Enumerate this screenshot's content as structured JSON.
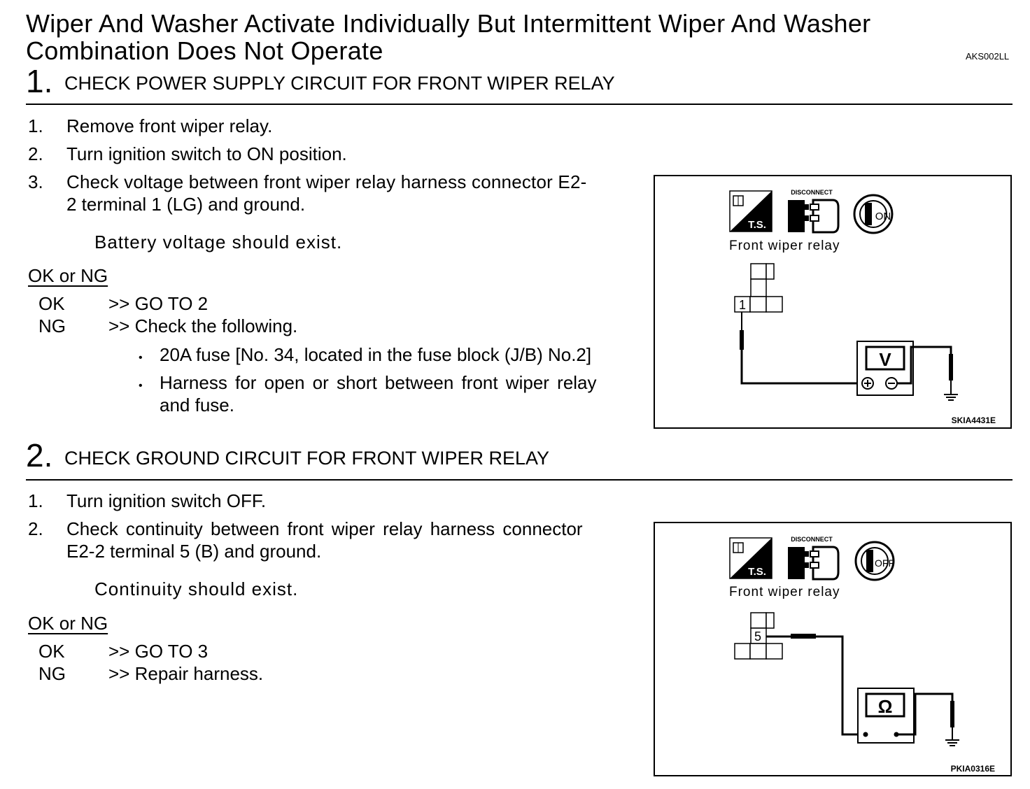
{
  "page": {
    "title_line1": "Wiper And Washer Activate Individually But Intermittent Wiper And Washer",
    "title_line2": "Combination Does Not Operate",
    "doc_code": "AKS002LL"
  },
  "sections": [
    {
      "number": "1.",
      "title": "CHECK POWER SUPPLY CIRCUIT FOR FRONT WIPER RELAY",
      "steps": [
        {
          "num": "1.",
          "text": "Remove front wiper relay."
        },
        {
          "num": "2.",
          "text": "Turn ignition switch to ON position."
        },
        {
          "num": "3.",
          "text_line1": "Check voltage between front wiper relay harness connector E2-",
          "text_line2": "2 terminal 1 (LG) and ground."
        }
      ],
      "spec": "Battery voltage should exist.",
      "ok_ng_label": "OK or NG",
      "ok_label": "OK",
      "ok_action": ">> GO TO 2",
      "ng_label": "NG",
      "ng_action": ">> Check the following.",
      "bullets": [
        {
          "text": "20A fuse [No. 34, located in the fuse block (J/B) No.2]"
        },
        {
          "text_line1": "Harness for open or short between front wiper relay",
          "text_line2": "and fuse."
        }
      ],
      "figure": {
        "disconnect_label": "DISCONNECT",
        "ts_label": "T.S.",
        "key_label": "ON",
        "component_label": "Front wiper relay",
        "terminal": "1",
        "meter_symbol": "V",
        "figure_code": "SKIA4431E"
      }
    },
    {
      "number": "2.",
      "title": "CHECK GROUND CIRCUIT FOR FRONT WIPER RELAY",
      "steps": [
        {
          "num": "1.",
          "text": "Turn ignition switch OFF."
        },
        {
          "num": "2.",
          "text_line1": "Check continuity between front wiper relay harness connector",
          "text_line2": "E2-2 terminal 5 (B) and ground."
        }
      ],
      "spec": "Continuity should exist.",
      "ok_ng_label": "OK or NG",
      "ok_label": "OK",
      "ok_action": ">> GO TO 3",
      "ng_label": "NG",
      "ng_action": ">> Repair harness.",
      "figure": {
        "disconnect_label": "DISCONNECT",
        "ts_label": "T.S.",
        "key_label": "OFF",
        "component_label": "Front wiper relay",
        "terminal": "5",
        "meter_symbol": "Ω",
        "figure_code": "PKIA0316E"
      }
    }
  ]
}
